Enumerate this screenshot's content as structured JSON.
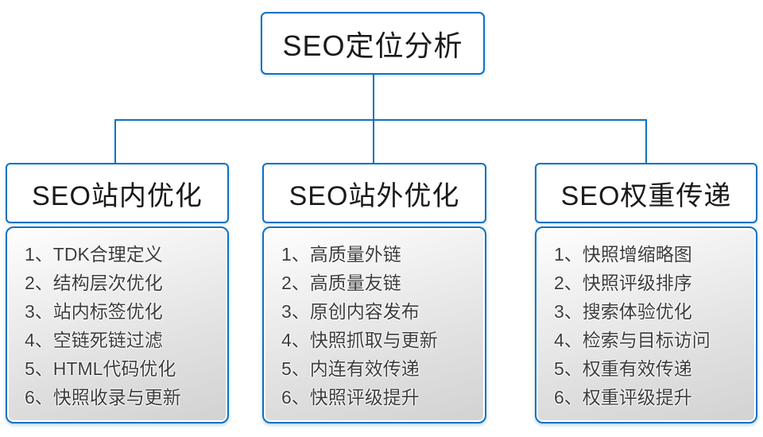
{
  "colors": {
    "accent": "#0d72c2",
    "header_text": "#1a1a1a",
    "item_text": "#3d3d3d",
    "body_gradient_top": "#fefefe",
    "body_gradient_bottom": "#d2d2d2"
  },
  "diagram": {
    "root": {
      "label": "SEO定位分析"
    },
    "columns": [
      {
        "header": "SEO站内优化",
        "items": [
          "1、TDK合理定义",
          "2、结构层次优化",
          "3、站内标签优化",
          "4、空链死链过滤",
          "5、HTML代码优化",
          "6、快照收录与更新"
        ]
      },
      {
        "header": "SEO站外优化",
        "items": [
          "1、高质量外链",
          "2、高质量友链",
          "3、原创内容发布",
          "4、快照抓取与更新",
          "5、内连有效传递",
          "6、快照评级提升"
        ]
      },
      {
        "header": "SEO权重传递",
        "items": [
          "1、快照增缩略图",
          "2、快照评级排序",
          "3、搜索体验优化",
          "4、检索与目标访问",
          "5、权重有效传递",
          "6、权重评级提升"
        ]
      }
    ]
  }
}
